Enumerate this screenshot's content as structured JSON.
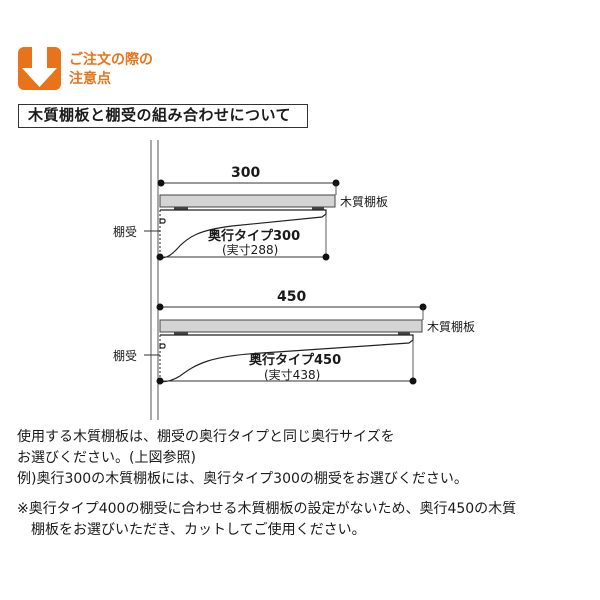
{
  "notice": {
    "icon": "down-arrow-icon",
    "color": "#e8731a",
    "title_line1": "ご注文の際の",
    "title_line2": "注意点"
  },
  "section": {
    "heading": "木質棚板と棚受の組み合わせについて"
  },
  "diagram": {
    "upper": {
      "dimension": "300",
      "shelf_label": "木質棚板",
      "bracket_label": "棚受",
      "type_label": "奥行タイプ300",
      "actual_label": "(実寸288)"
    },
    "lower": {
      "dimension": "450",
      "shelf_label": "木質棚板",
      "bracket_label": "棚受",
      "type_label": "奥行タイプ450",
      "actual_label": "(実寸438)"
    }
  },
  "notes": {
    "line1": "使用する木質棚板は、棚受の奥行タイプと同じ奥行サイズを",
    "line2": "お選びください。(上図参照)",
    "line3": "例)奥行300の木質棚板には、奥行タイプ300の棚受をお選びください。",
    "line4": "※奥行タイプ400の棚受に合わせる木質棚板の設定がないため、奥行450の木質",
    "line5": "棚板をお選びいただき、カットしてご使用ください。"
  }
}
